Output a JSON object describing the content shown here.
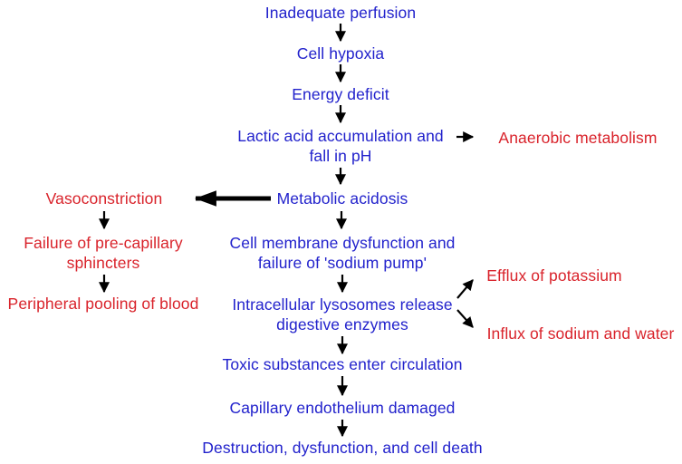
{
  "flowchart": {
    "title": "Pathophysiology of inadequate perfusion flowchart",
    "palette": {
      "node_blue": "#2222CC",
      "node_red": "#D9232B",
      "arrow_black": "#000000",
      "background": "#FFFFFF"
    },
    "nodes": {
      "inadequate_perfusion": {
        "text": "Inadequate perfusion",
        "color": "blue"
      },
      "cell_hypoxia": {
        "text": "Cell hypoxia",
        "color": "blue"
      },
      "energy_deficit": {
        "text": "Energy deficit",
        "color": "blue"
      },
      "lactic_acid": {
        "text": "Lactic acid accumulation and\nfall in pH",
        "color": "blue"
      },
      "anaerobic_metabolism": {
        "text": "Anaerobic metabolism",
        "color": "red"
      },
      "metabolic_acidosis": {
        "text": "Metabolic acidosis",
        "color": "blue"
      },
      "vasoconstriction": {
        "text": "Vasoconstriction",
        "color": "red"
      },
      "failure_sphincters": {
        "text": "Failure of pre-capillary\nsphincters",
        "color": "red"
      },
      "peripheral_pooling": {
        "text": "Peripheral pooling of blood",
        "color": "red"
      },
      "cell_membrane": {
        "text": "Cell membrane dysfunction and\nfailure of 'sodium pump'",
        "color": "blue"
      },
      "intracellular": {
        "text": "Intracellular lysosomes release\ndigestive enzymes",
        "color": "blue"
      },
      "efflux": {
        "text": "Efflux of potassium",
        "color": "red"
      },
      "influx": {
        "text": "Influx of sodium and water",
        "color": "red"
      },
      "toxic": {
        "text": "Toxic substances enter circulation",
        "color": "blue"
      },
      "capillary": {
        "text": "Capillary endothelium damaged",
        "color": "blue"
      },
      "destruction": {
        "text": "Destruction, dysfunction, and cell death",
        "color": "blue"
      }
    },
    "edges": [
      {
        "from": "inadequate_perfusion",
        "to": "cell_hypoxia",
        "style": "down"
      },
      {
        "from": "cell_hypoxia",
        "to": "energy_deficit",
        "style": "down"
      },
      {
        "from": "energy_deficit",
        "to": "lactic_acid",
        "style": "down"
      },
      {
        "from": "lactic_acid",
        "to": "anaerobic_metabolism",
        "style": "right"
      },
      {
        "from": "lactic_acid",
        "to": "metabolic_acidosis",
        "style": "down"
      },
      {
        "from": "metabolic_acidosis",
        "to": "vasoconstriction",
        "style": "left-thick"
      },
      {
        "from": "metabolic_acidosis",
        "to": "cell_membrane",
        "style": "down"
      },
      {
        "from": "vasoconstriction",
        "to": "failure_sphincters",
        "style": "down"
      },
      {
        "from": "failure_sphincters",
        "to": "peripheral_pooling",
        "style": "down"
      },
      {
        "from": "cell_membrane",
        "to": "intracellular",
        "style": "down"
      },
      {
        "from": "intracellular",
        "to": "efflux",
        "style": "diagonal-up-right"
      },
      {
        "from": "intracellular",
        "to": "influx",
        "style": "diagonal-down-right"
      },
      {
        "from": "intracellular",
        "to": "toxic",
        "style": "down"
      },
      {
        "from": "toxic",
        "to": "capillary",
        "style": "down"
      },
      {
        "from": "capillary",
        "to": "destruction",
        "style": "down"
      }
    ]
  }
}
